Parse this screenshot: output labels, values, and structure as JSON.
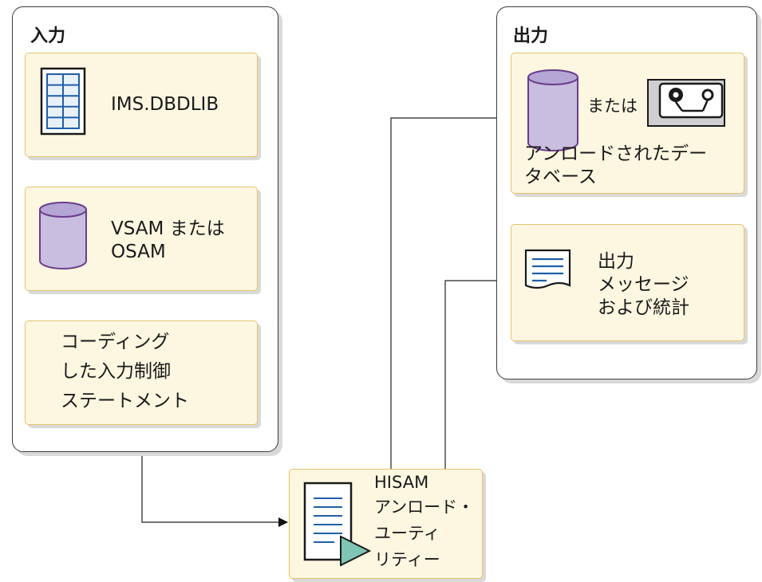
{
  "input_group": {
    "title": "入力",
    "dbdlib_label": "IMS.DBDLIB",
    "vsam_line1": "VSAM または",
    "vsam_line2": "OSAM",
    "control_line1": "コーディング",
    "control_line2": "した入力制御",
    "control_line3": "ステートメント"
  },
  "output_group": {
    "title": "出力",
    "or_label": "または",
    "unloaded_line1": "アンロードされたデー",
    "unloaded_line2": "タベース",
    "messages_line1": "出力",
    "messages_line2": "メッセージ",
    "messages_line3": "および統計"
  },
  "utility": {
    "line1": "HISAM",
    "line2": "アンロード・",
    "line3": "ユーティ",
    "line4": "リティー"
  },
  "icons": [
    "table-icon",
    "cylinder-icon",
    "tape-icon",
    "document-icon",
    "program-document-icon"
  ],
  "colors": {
    "box_fill": "#fdf7e1",
    "box_border": "#e6c36b",
    "cylinder_fill": "#c9bde0",
    "cylinder_stroke": "#6a3d8a",
    "doc_lines": "#1f5fa8",
    "run_arrow": "#7fc5b6"
  }
}
